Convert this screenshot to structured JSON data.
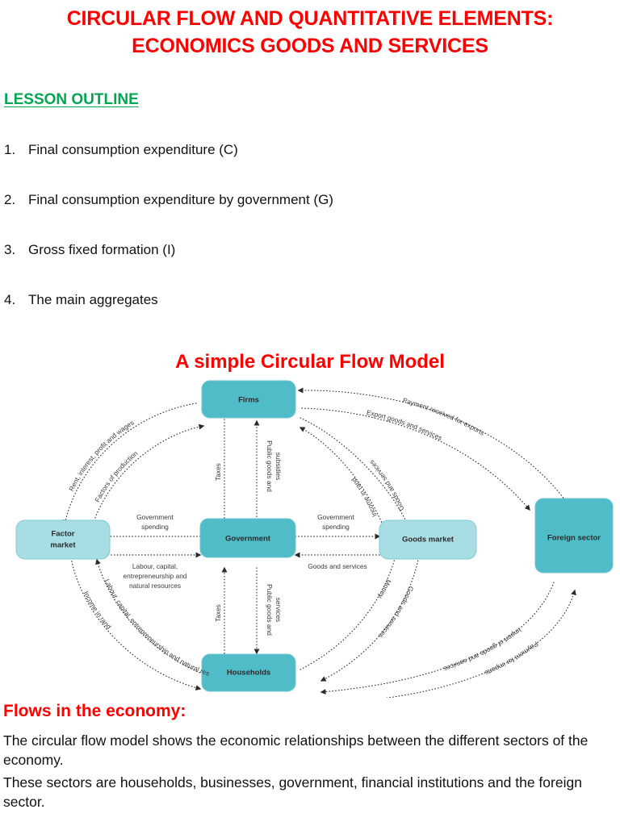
{
  "title": {
    "line1": "CIRCULAR FLOW AND QUANTITATIVE ELEMENTS:",
    "line2": "ECONOMICS GOODS AND SERVICES",
    "color": "#FF0000"
  },
  "lesson_outline": {
    "heading": "LESSON OUTLINE",
    "color": "#00A651",
    "items": [
      {
        "num": "1.",
        "text": "Final consumption expenditure (C)"
      },
      {
        "num": "2.",
        "text": "Final consumption expenditure by government (G)"
      },
      {
        "num": "3.",
        "text": "Gross fixed formation (I)"
      },
      {
        "num": "4.",
        "text": "The main aggregates"
      }
    ]
  },
  "diagram": {
    "title": "A simple Circular Flow Model",
    "title_color": "#FF0000",
    "colors": {
      "node_dark": "#4FBCC8",
      "node_mid": "#5BC0CC",
      "node_light": "#A8DDE3",
      "node_stroke": "#7FCBD4",
      "flow_line": "#2b2b2b"
    },
    "nodes": [
      {
        "id": "firms",
        "label": "Firms",
        "fill": "#4FBCC8"
      },
      {
        "id": "factor_market",
        "label": "Factor\nmarket",
        "label_line1": "Factor",
        "label_line2": "market",
        "fill": "#A8DDE3"
      },
      {
        "id": "government",
        "label": "Government",
        "fill": "#4FBCC8"
      },
      {
        "id": "goods_market",
        "label": "Goods market",
        "fill": "#A8DDE3"
      },
      {
        "id": "households",
        "label": "Households",
        "fill": "#4FBCC8"
      },
      {
        "id": "foreign_sector",
        "label": "Foreign sector",
        "fill": "#4FBCC8"
      }
    ],
    "flows": [
      {
        "id": "rent-interest-profit-wages",
        "label": "Rent, interest, profit and wages",
        "from": "firms",
        "to": "factor_market"
      },
      {
        "id": "factors-of-production",
        "label": "Factors of production",
        "from": "factor_market",
        "to": "firms"
      },
      {
        "id": "taxes-firms",
        "label": "Taxes",
        "from": "firms",
        "to": "government"
      },
      {
        "id": "public-goods-and-subsidies",
        "label_line1": "Public goods and",
        "label_line2": "subsidies",
        "label": "Public goods and subsidies",
        "from": "government",
        "to": "firms"
      },
      {
        "id": "goods-and-services-firms",
        "label": "Goods and services",
        "from": "firms",
        "to": "goods_market"
      },
      {
        "id": "income-in-rand-firms",
        "label": "Income in rand",
        "from": "goods_market",
        "to": "firms"
      },
      {
        "id": "payment-received-for-exports",
        "label": "Payment received for exports",
        "from": "foreign_sector",
        "to": "firms"
      },
      {
        "id": "export-goods-and-services",
        "label": "Export goods and services",
        "from": "firms",
        "to": "foreign_sector"
      },
      {
        "id": "government-spending-left",
        "label_line1": "Government",
        "label_line2": "spending",
        "label": "Government spending",
        "from": "government",
        "to": "factor_market"
      },
      {
        "id": "labour-capital-entrepreneurship-natural-resources-left",
        "label_line1": "Labour, capital,",
        "label_line2": "entrepreneurship and",
        "label_line3": "natural resources",
        "label": "Labour, capital, entrepreneurship and natural resources",
        "from": "factor_market",
        "to": "government"
      },
      {
        "id": "government-spending-right",
        "label_line1": "Government",
        "label_line2": "spending",
        "label": "Government spending",
        "from": "government",
        "to": "goods_market"
      },
      {
        "id": "goods-and-services-government",
        "label": "Goods and services",
        "from": "goods_market",
        "to": "government"
      },
      {
        "id": "taxes-households",
        "label": "Taxes",
        "from": "households",
        "to": "government"
      },
      {
        "id": "public-goods-and-services",
        "label_line1": "Public goods and",
        "label_line2": "services",
        "label": "Public goods and services",
        "from": "government",
        "to": "households"
      },
      {
        "id": "labour-capital-entrepreneurship-natural-resources-arc",
        "label": "Labour, capital, entrepreneurship and natural resources",
        "from": "households",
        "to": "factor_market"
      },
      {
        "id": "income-in-rand-households",
        "label": "Income in rand",
        "from": "factor_market",
        "to": "households"
      },
      {
        "id": "money",
        "label": "Money",
        "from": "households",
        "to": "goods_market"
      },
      {
        "id": "goods-and-services-households",
        "label": "Goods and services",
        "from": "goods_market",
        "to": "households"
      },
      {
        "id": "import-of-goods-and-services",
        "label": "Import of goods and services",
        "from": "foreign_sector",
        "to": "households"
      },
      {
        "id": "payment-for-imports",
        "label": "Payment for imports",
        "from": "households",
        "to": "foreign_sector"
      }
    ]
  },
  "flows_section": {
    "heading": "Flows in the economy:",
    "heading_color": "#FF0000",
    "paragraph1": "The circular flow model shows the economic relationships between the different sectors of the economy.",
    "paragraph2": "These sectors are households, businesses, government, financial institutions and the foreign sector."
  }
}
